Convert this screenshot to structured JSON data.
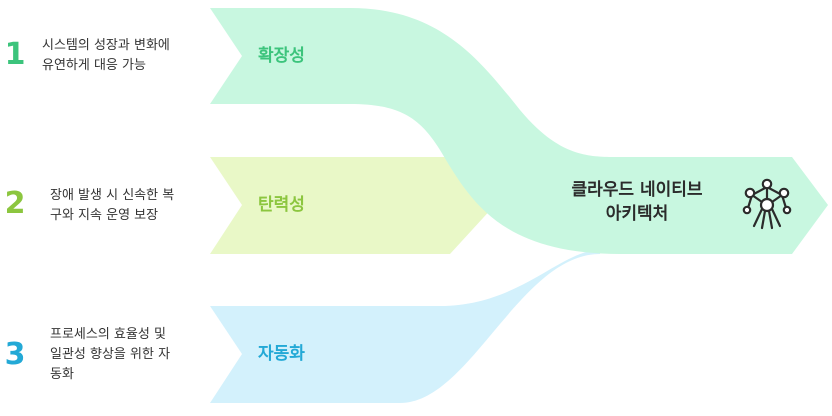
{
  "items": [
    {
      "number": "1",
      "label": "확장성",
      "desc_lines": [
        "시스템의 성장과 변화에",
        "유연하게 대응 가능"
      ],
      "color": "#3cc47c",
      "fill": "#c8f7e0"
    },
    {
      "number": "2",
      "label": "탄력성",
      "desc_lines": [
        "장애 발생 시 신속한 복",
        "구와 지속 운영 보장"
      ],
      "color": "#8cc63f",
      "fill": "#e9f8c7"
    },
    {
      "number": "3",
      "label": "자동화",
      "desc_lines": [
        "프로세스의 효율성 및",
        "일관성 향상을 위한 자",
        "동화"
      ],
      "color": "#23a9d6",
      "fill": "#d3f1fc"
    }
  ],
  "center": {
    "title_lines": [
      "클라우드 네이티브",
      "아키텍처"
    ],
    "icon": "molecule-network-icon"
  }
}
